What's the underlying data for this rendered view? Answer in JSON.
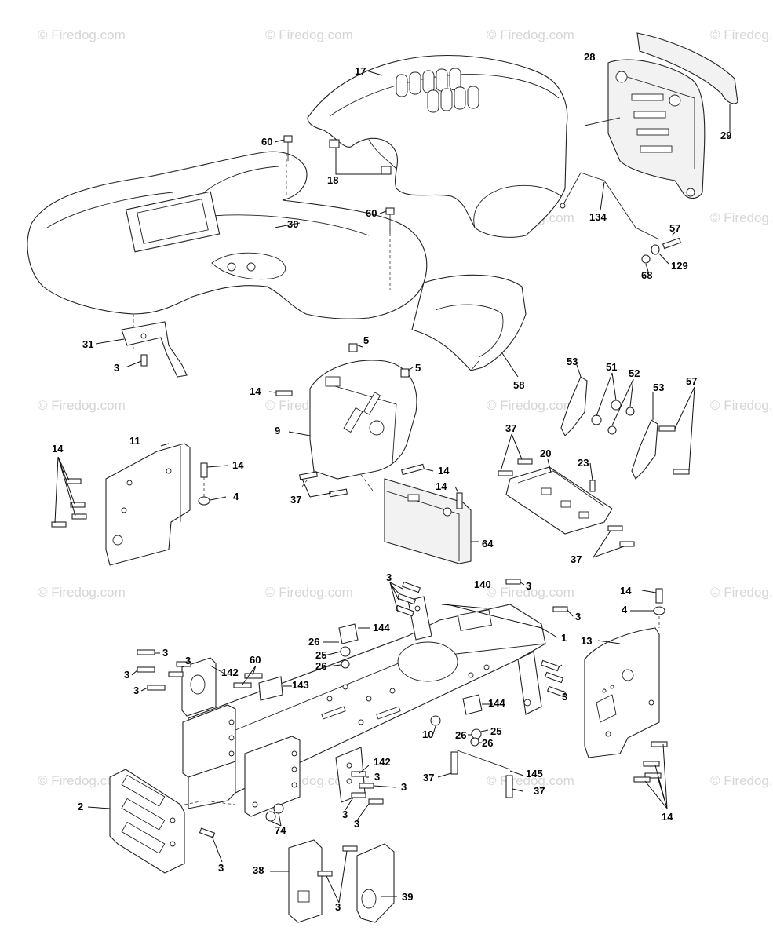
{
  "watermark": {
    "text": "© Firedog.com"
  },
  "callouts": {
    "c17": "17",
    "c28": "28",
    "c29": "29",
    "c60a": "60",
    "c18": "18",
    "c60b": "60",
    "c30": "30",
    "c134": "134",
    "c57a": "57",
    "c129": "129",
    "c68": "68",
    "c31": "31",
    "c3a": "3",
    "c5a": "5",
    "c5b": "5",
    "c58": "58",
    "c14a": "14",
    "c9": "9",
    "c53a": "53",
    "c51": "51",
    "c52": "52",
    "c53b": "53",
    "c57b": "57",
    "c14b": "14",
    "c11": "11",
    "c14c": "14",
    "c4a": "4",
    "c14d": "14",
    "c37a": "37",
    "c14e": "14",
    "c64": "64",
    "c37b": "37",
    "c20": "20",
    "c23": "23",
    "c37c": "37",
    "c3b": "3",
    "c140": "140",
    "c3c": "3",
    "c14f": "14",
    "c4b": "4",
    "c3d": "3",
    "c144a": "144",
    "c1": "1",
    "c13": "13",
    "c26a": "26",
    "c25a": "25",
    "c26b": "26",
    "c3e": "3",
    "c3f": "3",
    "c60c": "60",
    "c142a": "142",
    "c3g": "3",
    "c3h": "3",
    "c143": "143",
    "c3i": "3",
    "c144b": "144",
    "c10": "10",
    "c25b": "25",
    "c26c": "26",
    "c26d": "26",
    "c142b": "142",
    "c3j": "3",
    "c3k": "3",
    "c37d": "37",
    "c145": "145",
    "c37e": "37",
    "c2": "2",
    "c3l": "3",
    "c3m": "3",
    "c74": "74",
    "c3n": "3",
    "c14g": "14",
    "c38": "38",
    "c39": "39",
    "c3o": "3"
  }
}
